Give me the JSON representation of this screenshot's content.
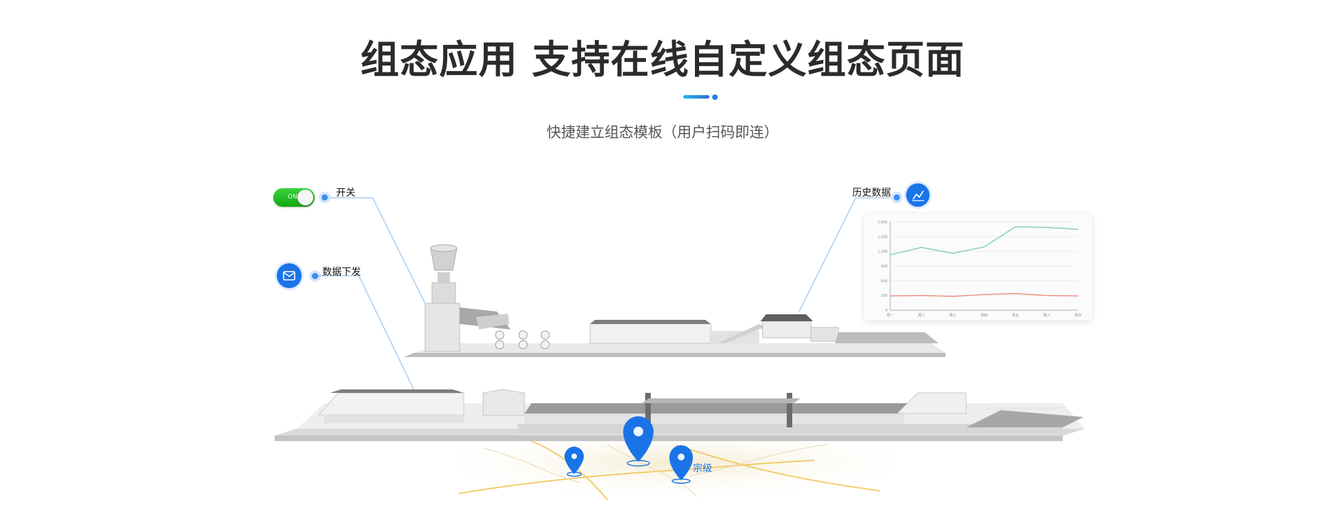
{
  "header": {
    "title": "组态应用 支持在线自定义组态页面",
    "subtitle": "快捷建立组态模板（用户扫码即连）"
  },
  "scene": {
    "switch_label": "开关",
    "switch_state": "ON",
    "issue_label": "数据下发",
    "history_label": "历史数据",
    "map_place": "宗级"
  },
  "chart_data": {
    "type": "line",
    "x": [
      "周一",
      "周二",
      "周三",
      "周四",
      "周五",
      "周六",
      "周日"
    ],
    "ylim": [
      0,
      1800
    ],
    "y_ticks": [
      "0",
      "300",
      "600",
      "900",
      "1,200",
      "1,500",
      "1,800"
    ],
    "series": [
      {
        "color": "#8fd2b8",
        "values": [
          1130,
          1280,
          1160,
          1290,
          1700,
          1690,
          1650
        ]
      },
      {
        "color": "#ee9a86",
        "values": [
          290,
          300,
          280,
          320,
          340,
          300,
          290
        ]
      }
    ]
  },
  "colors": {
    "accent": "#1a74e8",
    "switch_on": "#19b219"
  },
  "icons": {
    "toggle": "toggle-switch-icon",
    "issue": "send-data-icon",
    "history": "line-chart-icon",
    "pin": "map-pin-icon"
  }
}
